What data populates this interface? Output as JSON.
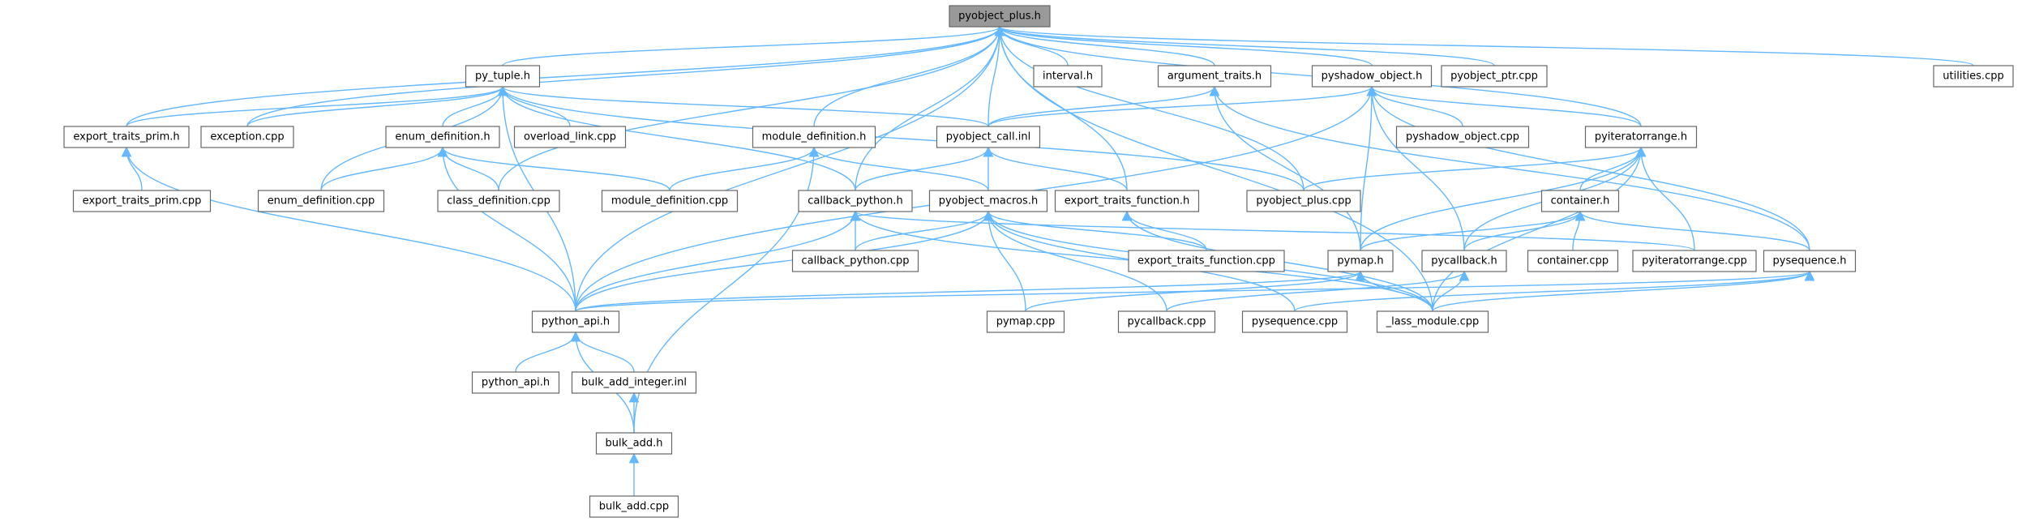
{
  "nodes": [
    {
      "id": "pyobject_plus_h",
      "label": "pyobject_plus.h",
      "root": true
    },
    {
      "id": "py_tuple_h",
      "label": "py_tuple.h"
    },
    {
      "id": "interval_h",
      "label": "interval.h"
    },
    {
      "id": "argument_traits_h",
      "label": "argument_traits.h"
    },
    {
      "id": "pyshadow_object_h",
      "label": "pyshadow_object.h"
    },
    {
      "id": "pyobject_ptr_cpp",
      "label": "pyobject_ptr.cpp"
    },
    {
      "id": "utilities_cpp",
      "label": "utilities.cpp"
    },
    {
      "id": "export_traits_prim_h",
      "label": "export_traits_prim.h"
    },
    {
      "id": "exception_cpp",
      "label": "exception.cpp"
    },
    {
      "id": "enum_definition_h",
      "label": "enum_definition.h"
    },
    {
      "id": "overload_link_cpp",
      "label": "overload_link.cpp"
    },
    {
      "id": "module_definition_h",
      "label": "module_definition.h"
    },
    {
      "id": "pyobject_call_inl",
      "label": "pyobject_call.inl"
    },
    {
      "id": "pyshadow_object_cpp",
      "label": "pyshadow_object.cpp"
    },
    {
      "id": "pyiteratorrange_h",
      "label": "pyiteratorrange.h"
    },
    {
      "id": "export_traits_prim_cpp",
      "label": "export_traits_prim.cpp"
    },
    {
      "id": "enum_definition_cpp",
      "label": "enum_definition.cpp"
    },
    {
      "id": "class_definition_cpp",
      "label": "class_definition.cpp"
    },
    {
      "id": "module_definition_cpp",
      "label": "module_definition.cpp"
    },
    {
      "id": "callback_python_h",
      "label": "callback_python.h"
    },
    {
      "id": "pyobject_macros_h",
      "label": "pyobject_macros.h"
    },
    {
      "id": "export_traits_function_h",
      "label": "export_traits_function.h"
    },
    {
      "id": "pyobject_plus_cpp",
      "label": "pyobject_plus.cpp"
    },
    {
      "id": "container_h",
      "label": "container.h"
    },
    {
      "id": "callback_python_cpp",
      "label": "callback_python.cpp"
    },
    {
      "id": "export_traits_function_cpp",
      "label": "export_traits_function.cpp"
    },
    {
      "id": "pymap_h",
      "label": "pymap.h"
    },
    {
      "id": "pycallback_h",
      "label": "pycallback.h"
    },
    {
      "id": "container_cpp",
      "label": "container.cpp"
    },
    {
      "id": "pyiteratorrange_cpp",
      "label": "pyiteratorrange.cpp"
    },
    {
      "id": "pysequence_h",
      "label": "pysequence.h"
    },
    {
      "id": "python_api_h",
      "label": "python_api.h"
    },
    {
      "id": "pymap_cpp",
      "label": "pymap.cpp"
    },
    {
      "id": "pycallback_cpp",
      "label": "pycallback.cpp"
    },
    {
      "id": "pysequence_cpp",
      "label": "pysequence.cpp"
    },
    {
      "id": "lass_module_cpp",
      "label": "_lass_module.cpp"
    },
    {
      "id": "python_api_h2",
      "label": "python_api.h"
    },
    {
      "id": "bulk_add_integer_inl",
      "label": "bulk_add_integer.inl"
    },
    {
      "id": "bulk_add_h",
      "label": "bulk_add.h"
    },
    {
      "id": "bulk_add_cpp",
      "label": "bulk_add.cpp"
    }
  ],
  "edges": [
    [
      "py_tuple_h",
      "pyobject_plus_h"
    ],
    [
      "interval_h",
      "pyobject_plus_h"
    ],
    [
      "argument_traits_h",
      "pyobject_plus_h"
    ],
    [
      "pyshadow_object_h",
      "pyobject_plus_h"
    ],
    [
      "pyobject_ptr_cpp",
      "pyobject_plus_h"
    ],
    [
      "utilities_cpp",
      "pyobject_plus_h"
    ],
    [
      "export_traits_prim_h",
      "pyobject_plus_h"
    ],
    [
      "exception_cpp",
      "pyobject_plus_h"
    ],
    [
      "module_definition_h",
      "pyobject_plus_h"
    ],
    [
      "pyobject_call_inl",
      "pyobject_plus_h"
    ],
    [
      "pyiteratorrange_h",
      "pyobject_plus_h"
    ],
    [
      "class_definition_cpp",
      "pyobject_plus_h"
    ],
    [
      "callback_python_h",
      "pyobject_plus_h"
    ],
    [
      "export_traits_function_h",
      "pyobject_plus_h"
    ],
    [
      "pyobject_plus_cpp",
      "pyobject_plus_h"
    ],
    [
      "python_api_h",
      "pyobject_plus_h"
    ],
    [
      "lass_module_cpp",
      "pyobject_plus_h"
    ],
    [
      "export_traits_prim_h",
      "py_tuple_h"
    ],
    [
      "exception_cpp",
      "py_tuple_h"
    ],
    [
      "enum_definition_h",
      "py_tuple_h"
    ],
    [
      "overload_link_cpp",
      "py_tuple_h"
    ],
    [
      "pyobject_call_inl",
      "py_tuple_h"
    ],
    [
      "enum_definition_cpp",
      "py_tuple_h"
    ],
    [
      "callback_python_h",
      "py_tuple_h"
    ],
    [
      "pyobject_plus_cpp",
      "py_tuple_h"
    ],
    [
      "python_api_h",
      "py_tuple_h"
    ],
    [
      "pyobject_call_inl",
      "argument_traits_h"
    ],
    [
      "pymap_h",
      "argument_traits_h"
    ],
    [
      "pysequence_h",
      "argument_traits_h"
    ],
    [
      "pyobject_call_inl",
      "pyshadow_object_h"
    ],
    [
      "pyshadow_object_cpp",
      "pyshadow_object_h"
    ],
    [
      "pyiteratorrange_h",
      "pyshadow_object_h"
    ],
    [
      "pymap_h",
      "pyshadow_object_h"
    ],
    [
      "pycallback_h",
      "pyshadow_object_h"
    ],
    [
      "pysequence_h",
      "pyshadow_object_h"
    ],
    [
      "python_api_h",
      "pyshadow_object_h"
    ],
    [
      "export_traits_prim_cpp",
      "export_traits_prim_h"
    ],
    [
      "python_api_h",
      "export_traits_prim_h"
    ],
    [
      "enum_definition_cpp",
      "enum_definition_h"
    ],
    [
      "class_definition_cpp",
      "enum_definition_h"
    ],
    [
      "module_definition_cpp",
      "enum_definition_h"
    ],
    [
      "python_api_h",
      "enum_definition_h"
    ],
    [
      "module_definition_cpp",
      "module_definition_h"
    ],
    [
      "pyobject_macros_h",
      "module_definition_h"
    ],
    [
      "bulk_add_h",
      "module_definition_h"
    ],
    [
      "callback_python_h",
      "pyobject_call_inl"
    ],
    [
      "pyobject_macros_h",
      "pyobject_call_inl"
    ],
    [
      "export_traits_function_h",
      "pyobject_call_inl"
    ],
    [
      "pyobject_plus_cpp",
      "pyiteratorrange_h"
    ],
    [
      "container_h",
      "pyiteratorrange_h"
    ],
    [
      "pymap_h",
      "pyiteratorrange_h"
    ],
    [
      "pycallback_h",
      "pyiteratorrange_h"
    ],
    [
      "pyiteratorrange_cpp",
      "pyiteratorrange_h"
    ],
    [
      "lass_module_cpp",
      "pyiteratorrange_h"
    ],
    [
      "callback_python_cpp",
      "callback_python_h"
    ],
    [
      "python_api_h",
      "callback_python_h"
    ],
    [
      "lass_module_cpp",
      "callback_python_h"
    ],
    [
      "callback_python_cpp",
      "pyobject_macros_h"
    ],
    [
      "export_traits_function_cpp",
      "pyobject_macros_h"
    ],
    [
      "pymap_cpp",
      "pyobject_macros_h"
    ],
    [
      "pycallback_cpp",
      "pyobject_macros_h"
    ],
    [
      "pysequence_cpp",
      "pyobject_macros_h"
    ],
    [
      "lass_module_cpp",
      "pyobject_macros_h"
    ],
    [
      "python_api_h",
      "pyobject_macros_h"
    ],
    [
      "pyiteratorrange_cpp",
      "callback_python_h"
    ],
    [
      "export_traits_function_cpp",
      "export_traits_function_h"
    ],
    [
      "lass_module_cpp",
      "export_traits_function_h"
    ],
    [
      "container_cpp",
      "container_h"
    ],
    [
      "pymap_h",
      "container_h"
    ],
    [
      "pycallback_h",
      "container_h"
    ],
    [
      "pysequence_h",
      "container_h"
    ],
    [
      "python_api_h",
      "pymap_h"
    ],
    [
      "pymap_cpp",
      "pymap_h"
    ],
    [
      "lass_module_cpp",
      "pymap_h"
    ],
    [
      "pycallback_cpp",
      "pycallback_h"
    ],
    [
      "lass_module_cpp",
      "pycallback_h"
    ],
    [
      "python_api_h",
      "pysequence_h"
    ],
    [
      "pysequence_cpp",
      "pysequence_h"
    ],
    [
      "lass_module_cpp",
      "pysequence_h"
    ],
    [
      "python_api_h2",
      "python_api_h"
    ],
    [
      "bulk_add_integer_inl",
      "python_api_h"
    ],
    [
      "bulk_add_h",
      "python_api_h"
    ],
    [
      "bulk_add_h",
      "bulk_add_integer_inl"
    ],
    [
      "bulk_add_cpp",
      "bulk_add_h"
    ]
  ]
}
